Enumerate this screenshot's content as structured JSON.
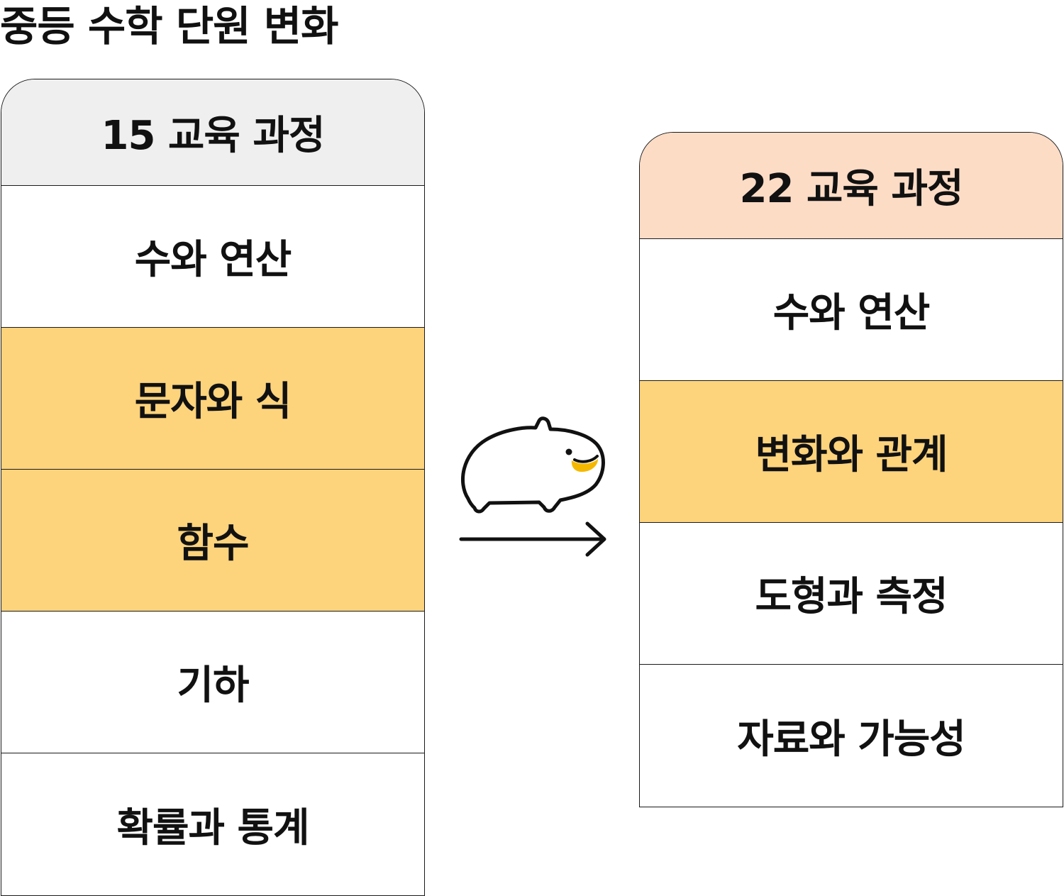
{
  "title": "중등 수학 단원 변화",
  "left_column": {
    "header": "15 교육 과정",
    "units": [
      {
        "label": "수와 연산",
        "highlight": false
      },
      {
        "label": "문자와 식",
        "highlight": true
      },
      {
        "label": "함수",
        "highlight": true
      },
      {
        "label": "기하",
        "highlight": false
      },
      {
        "label": "확률과 통계",
        "highlight": false
      }
    ]
  },
  "right_column": {
    "header": "22 교육 과정",
    "units": [
      {
        "label": "수와 연산",
        "highlight": false
      },
      {
        "label": "변화와 관계",
        "highlight": true
      },
      {
        "label": "도형과 측정",
        "highlight": false
      },
      {
        "label": "자료와 가능성",
        "highlight": false
      }
    ]
  },
  "colors": {
    "highlight": "#fdd37c",
    "left_header_bg": "#efefef",
    "right_header_bg": "#fddcc6",
    "mascot_beak": "#f5b800"
  },
  "icons": {
    "mascot": "duck-mascot-icon",
    "arrow": "arrow-right-icon"
  }
}
